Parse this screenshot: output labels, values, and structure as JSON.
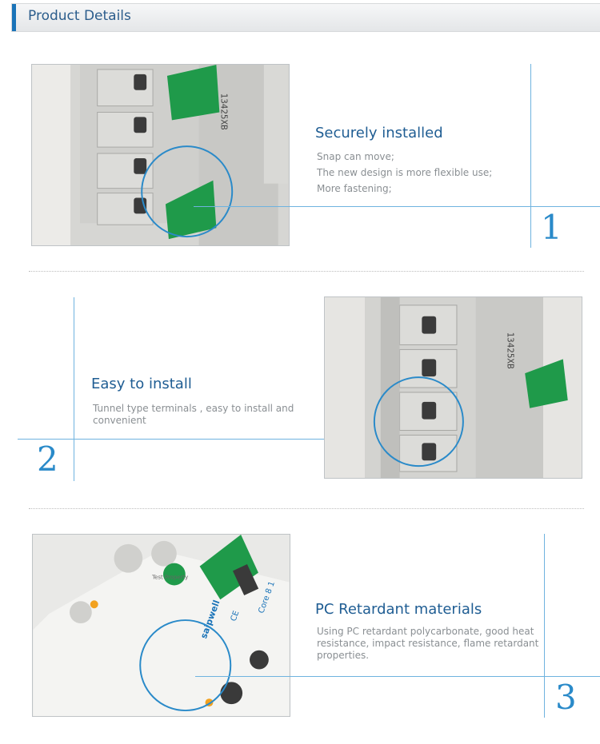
{
  "header": {
    "title": "Product Details"
  },
  "sections": [
    {
      "heading": "Securely installed",
      "lines": [
        "Snap can move;",
        "The new design is more flexible use;",
        "More fastening;"
      ],
      "number": "1"
    },
    {
      "heading": "Easy to install",
      "lines": [
        "Tunnel type terminals , easy to install and",
        "convenient"
      ],
      "number": "2"
    },
    {
      "heading": "PC Retardant materials",
      "lines": [
        "Using PC retardant polycarbonate, good heat",
        "resistance, impact resistance, flame retardant",
        "properties."
      ],
      "number": "3"
    }
  ],
  "photo_texts": {
    "p1_code": "13425XB",
    "p2_code": "13425XB",
    "p3_test": "Test Property",
    "p3_brand": "saipwell",
    "p3_ce": "CE",
    "p3_model": "Core 8 1"
  },
  "colors": {
    "accent": "#1a73b8",
    "heading": "#1f5d93",
    "line": "#6fb3df",
    "snap": "#1f9a4a"
  }
}
